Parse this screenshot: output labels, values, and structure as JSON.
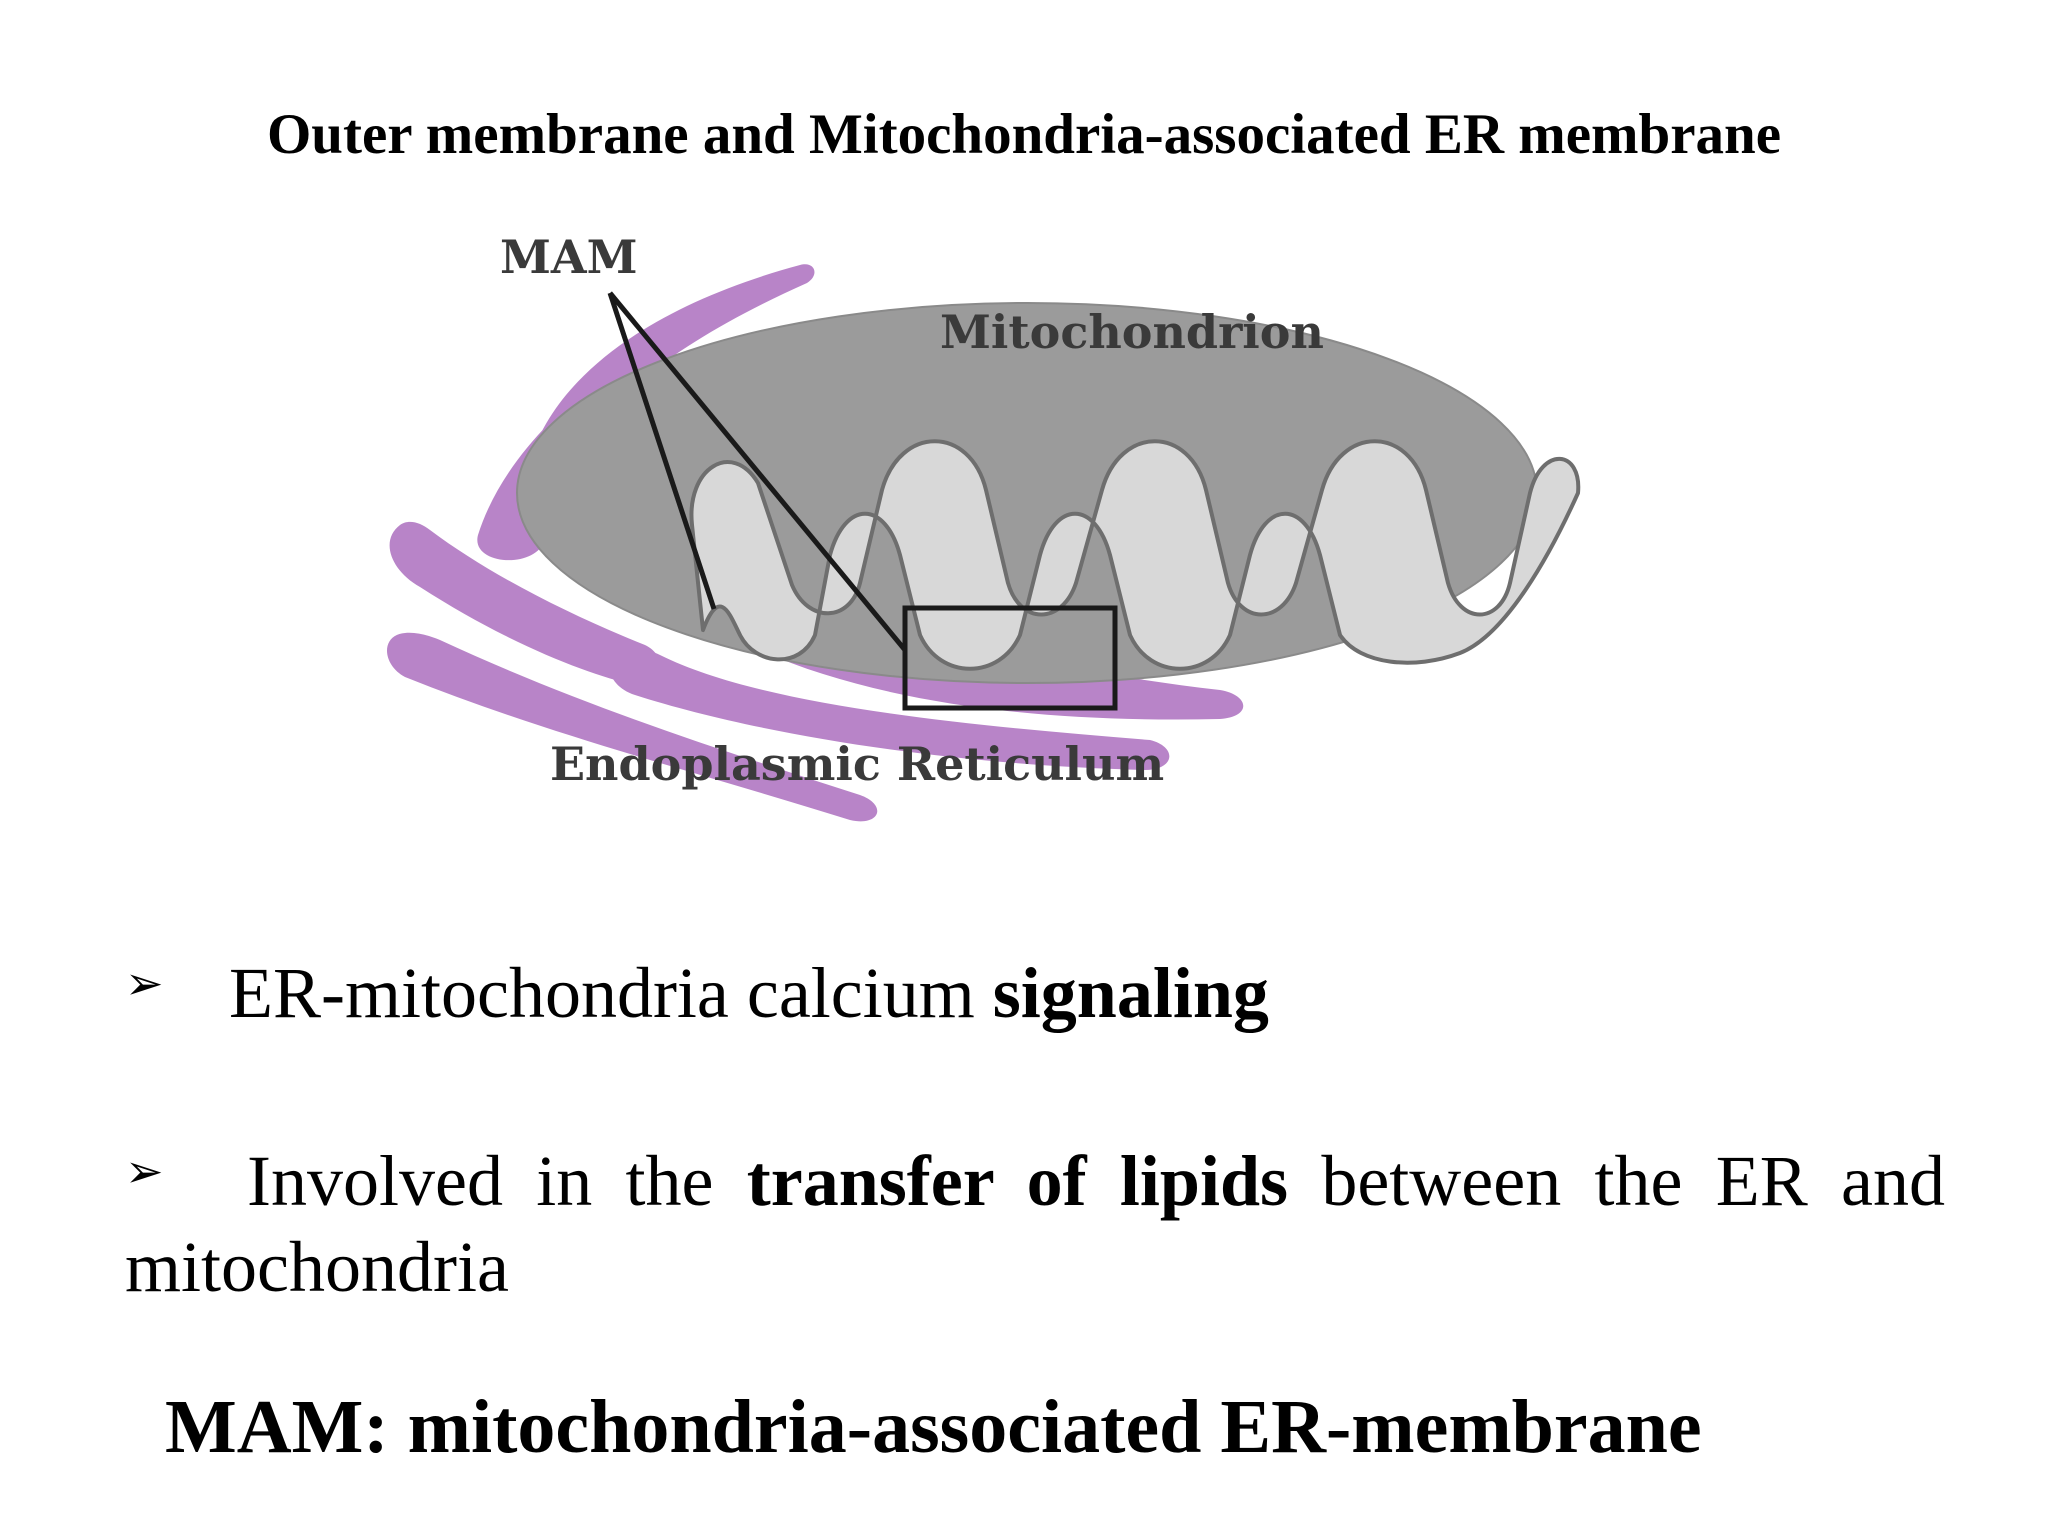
{
  "title": "Outer membrane and Mitochondria-associated ER membrane",
  "diagram": {
    "labels": {
      "mam": "MAM",
      "mitochondrion": "Mitochondrion",
      "er": "Endoplasmic Reticulum"
    },
    "colors": {
      "er": "#b884c8",
      "mitochondrion_outer": "#9b9b9b",
      "cristae_fill": "#d8d8d8",
      "cristae_outline": "#6e6e6e",
      "pointer_lines": "#1a1a1a",
      "label_text": "#3a3a3a"
    }
  },
  "bullets": [
    {
      "icon": "arrowhead-bullet-icon",
      "text_before": "ER-mitochondria calcium ",
      "text_bold": "signaling",
      "text_after": ""
    },
    {
      "icon": "arrowhead-bullet-icon",
      "text_before": "Involved in the ",
      "text_bold": "transfer of lipids",
      "text_after": " between the ER and mitochondria"
    }
  ],
  "footer": "MAM: mitochondria-associated ER-membrane"
}
